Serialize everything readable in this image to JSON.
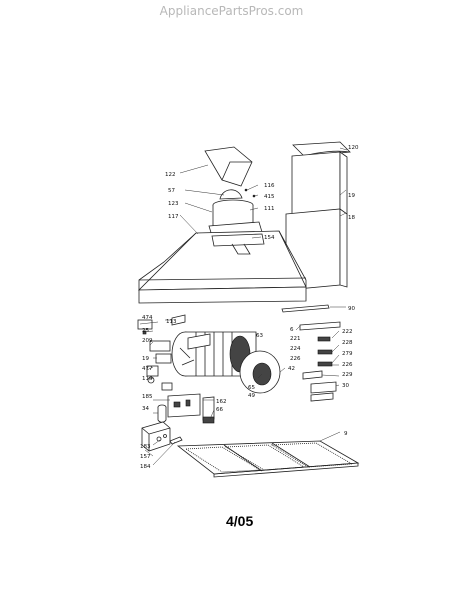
{
  "header": {
    "watermark": "AppliancePartsPros.com"
  },
  "footer": {
    "page_number": "4/05"
  },
  "diagram": {
    "part_labels": [
      "120",
      "122",
      "116",
      "57",
      "415",
      "111",
      "123",
      "117",
      "19",
      "18",
      "154",
      "90",
      "474",
      "113",
      "6",
      "63",
      "222",
      "221",
      "228",
      "25",
      "209",
      "279",
      "224",
      "19",
      "226",
      "226",
      "477",
      "229",
      "30",
      "114",
      "42",
      "65",
      "49",
      "185",
      "162",
      "34",
      "66",
      "9",
      "183",
      "157",
      "184"
    ]
  }
}
